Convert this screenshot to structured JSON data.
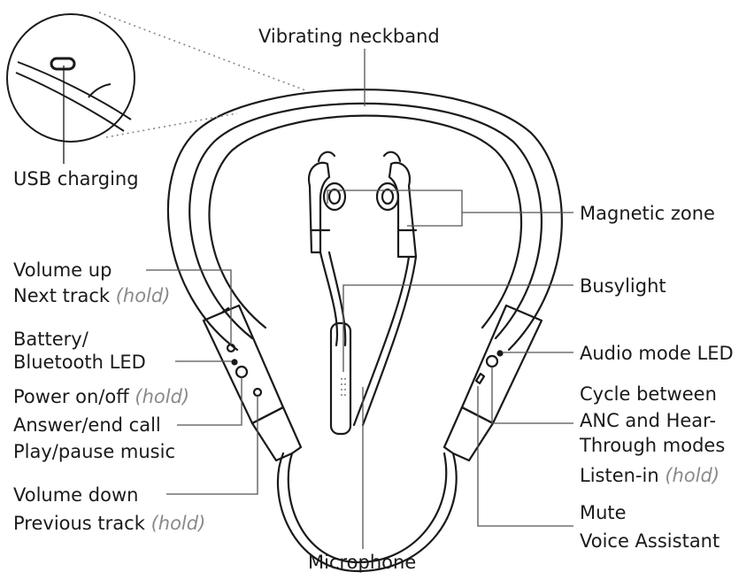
{
  "labels": {
    "neckband": "Vibrating neckband",
    "usb": "USB charging",
    "magnetic": "Magnetic zone",
    "busylight": "Busylight",
    "vol_up": "Volume up",
    "next_track": "Next track",
    "battery_line1": "Battery/",
    "battery_line2": "Bluetooth LED",
    "power": "Power on/off",
    "answer": "Answer/end call",
    "play": "Play/pause music",
    "vol_down": "Volume down",
    "prev_track": "Previous track",
    "audio_led": "Audio mode LED",
    "cycle1": "Cycle between",
    "cycle2": "ANC and Hear-",
    "cycle3": "Through modes",
    "listen": "Listen-in",
    "mute": "Mute",
    "voice": "Voice Assistant",
    "microphone": "Microphone",
    "hold": "(hold)"
  },
  "colors": {
    "ink": "#1a1a1a",
    "leader": "#555555",
    "hint": "#8a8a8a",
    "dots": "#888888"
  }
}
